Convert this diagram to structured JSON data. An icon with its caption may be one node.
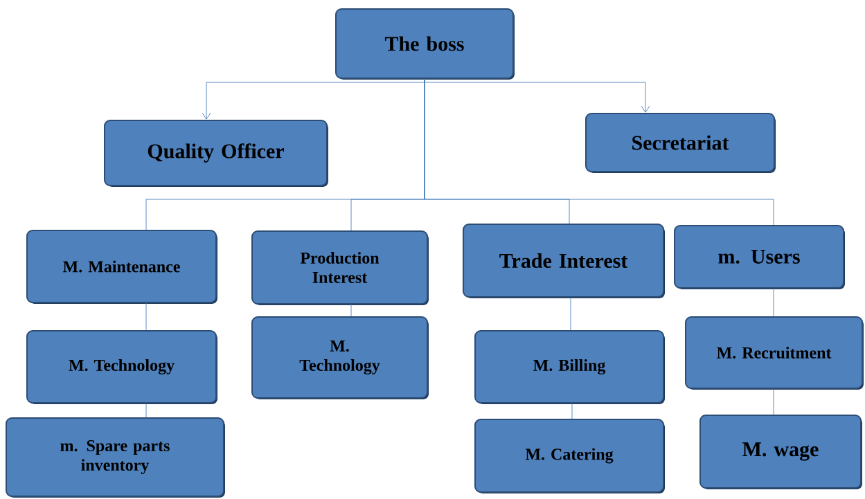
{
  "diagram": {
    "nodes": [
      {
        "text": [
          "The boss"
        ]
      },
      {
        "text": [
          "Quality Officer"
        ]
      },
      {
        "text": [
          "Secretariat"
        ]
      },
      {
        "text": [
          "M. Maintenance"
        ]
      },
      {
        "text": [
          "M. Technology"
        ]
      },
      {
        "text": [
          "m. Spare parts inventory"
        ]
      },
      {
        "text": [
          "Production Interest"
        ]
      },
      {
        "text": [
          "M. Technology"
        ]
      },
      {
        "text": [
          "Trade Interest"
        ]
      },
      {
        "text": [
          "M. Billing"
        ]
      },
      {
        "text": [
          "M. Catering"
        ]
      },
      {
        "text": [
          "m. Users"
        ]
      },
      {
        "text": [
          "M. Recruitment"
        ]
      },
      {
        "text": [
          "M. wage"
        ]
      }
    ],
    "edges": [
      {
        "from": 0,
        "to": 1,
        "arrow": "to"
      },
      {
        "from": 0,
        "to": 2,
        "arrow": "to"
      },
      {
        "from": 0,
        "to": 3,
        "arrow": "none"
      },
      {
        "from": 0,
        "to": 6,
        "arrow": "none"
      },
      {
        "from": 0,
        "to": 8,
        "arrow": "none"
      },
      {
        "from": 0,
        "to": 11,
        "arrow": "none"
      },
      {
        "from": 3,
        "to": 4,
        "arrow": "none"
      },
      {
        "from": 4,
        "to": 5,
        "arrow": "none"
      },
      {
        "from": 6,
        "to": 7,
        "arrow": "none"
      },
      {
        "from": 8,
        "to": 9,
        "arrow": "none"
      },
      {
        "from": 9,
        "to": 10,
        "arrow": "none"
      },
      {
        "from": 11,
        "to": 12,
        "arrow": "none"
      },
      {
        "from": 12,
        "to": 13,
        "arrow": "none"
      }
    ]
  }
}
